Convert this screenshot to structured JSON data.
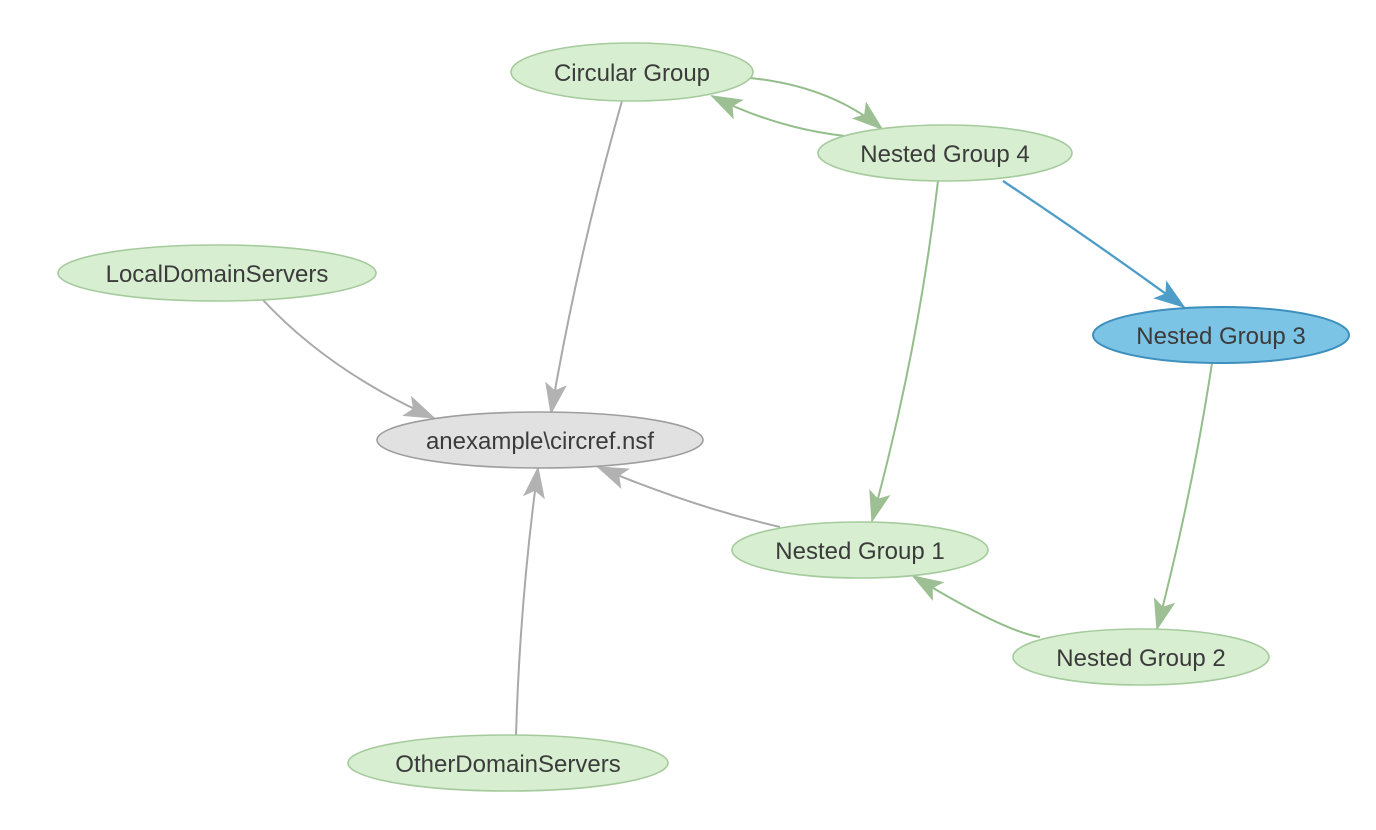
{
  "diagram": {
    "background": "#ffffff",
    "colors": {
      "group_fill": "#d7eed1",
      "group_border": "#a5cb9d",
      "highlight_fill": "#7cc4e5",
      "highlight_border": "#3d8fbd",
      "db_fill": "#e1e1e1",
      "db_border": "#9e9e9e",
      "edge_green": "#93bd8a",
      "edge_gray": "#a9a9a9",
      "edge_blue": "#4d9dc8",
      "arrow_green": "#9cbf93",
      "arrow_gray": "#b2b2b2",
      "arrow_blue": "#4d9dc8",
      "label": "#3b3b3b"
    },
    "nodes": [
      {
        "id": "circular-group",
        "label": "Circular Group",
        "type": "group"
      },
      {
        "id": "nested-group-4",
        "label": "Nested Group 4",
        "type": "group"
      },
      {
        "id": "nested-group-3",
        "label": "Nested Group 3",
        "type": "group-highlighted"
      },
      {
        "id": "local-domain-servers",
        "label": "LocalDomainServers",
        "type": "group"
      },
      {
        "id": "database",
        "label": "anexample\\circref.nsf",
        "type": "database"
      },
      {
        "id": "nested-group-1",
        "label": "Nested Group 1",
        "type": "group"
      },
      {
        "id": "nested-group-2",
        "label": "Nested Group 2",
        "type": "group"
      },
      {
        "id": "other-domain-servers",
        "label": "OtherDomainServers",
        "type": "group"
      }
    ],
    "edges": [
      {
        "from": "Circular Group",
        "to": "Nested Group 4",
        "color": "green"
      },
      {
        "from": "Nested Group 4",
        "to": "Circular Group",
        "color": "green"
      },
      {
        "from": "Circular Group",
        "to": "anexample\\circref.nsf",
        "color": "gray"
      },
      {
        "from": "LocalDomainServers",
        "to": "anexample\\circref.nsf",
        "color": "gray"
      },
      {
        "from": "OtherDomainServers",
        "to": "anexample\\circref.nsf",
        "color": "gray"
      },
      {
        "from": "Nested Group 1",
        "to": "anexample\\circref.nsf",
        "color": "gray"
      },
      {
        "from": "Nested Group 4",
        "to": "Nested Group 1",
        "color": "green"
      },
      {
        "from": "Nested Group 4",
        "to": "Nested Group 3",
        "color": "blue"
      },
      {
        "from": "Nested Group 3",
        "to": "Nested Group 2",
        "color": "green"
      },
      {
        "from": "Nested Group 2",
        "to": "Nested Group 1",
        "color": "green"
      }
    ]
  }
}
